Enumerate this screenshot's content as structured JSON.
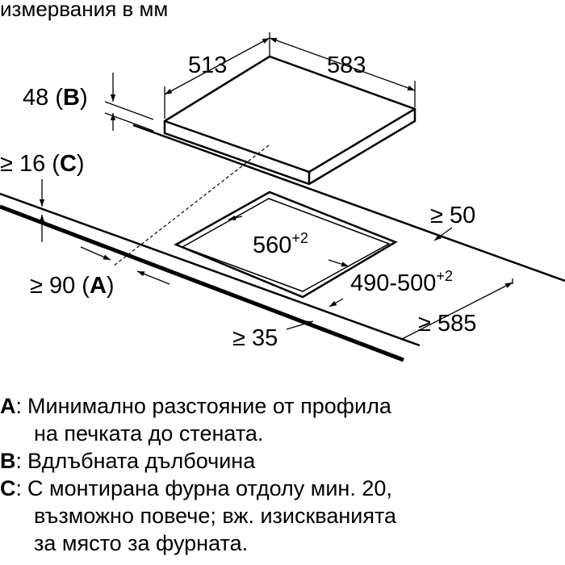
{
  "header": {
    "unit_label": "измервания в мм"
  },
  "dimensions": {
    "depth_513": "513",
    "width_583": "583",
    "recess_b": "48 (",
    "recess_b_key": "B",
    "recess_b_close": ")",
    "gap_c": "≥ 16 (",
    "gap_c_key": "C",
    "gap_c_close": ")",
    "cutout_560": "560",
    "cutout_560_tol": "+2",
    "cutout_490": "490-500",
    "cutout_490_tol": "+2",
    "min_50": "≥ 50",
    "min_90_a": "≥ 90 (",
    "min_90_a_key": "A",
    "min_90_a_close": ")",
    "min_35": "≥ 35",
    "min_585": "≥ 585"
  },
  "legend": {
    "a_key": "A",
    "a_line1": "Минимално разстояние от профила",
    "a_line2": "на печката до стената.",
    "b_key": "B",
    "b_line1": "Вдлъбната дълбочина",
    "c_key": "C",
    "c_line1": "С монтирана фурна отдолу мин. 20,",
    "c_line2": "възможно повече; вж. изискванията",
    "c_line3": "за място за фурната."
  }
}
